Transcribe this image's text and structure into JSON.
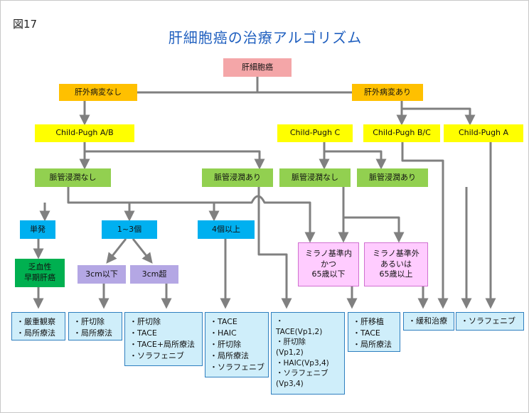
{
  "figure_label": "図17",
  "title": "肝細胞癌の治療アルゴリズム",
  "nodes": {
    "root": "肝細胞癌",
    "no_ld": "肝外病変なし",
    "yes_ld": "肝外病変あり",
    "cp_ab": "Child-Pugh A/B",
    "cp_c": "Child-Pugh C",
    "cp_bc": "Child-Pugh B/C",
    "cp_a": "Child-Pugh A",
    "vi_no_1": "脈管浸潤なし",
    "vi_yes_1": "脈管浸潤あり",
    "vi_no_2": "脈管浸潤なし",
    "vi_yes_2": "脈管浸潤あり",
    "single": "単発",
    "n13": "1~3個",
    "n4": "4個以上",
    "milan_in": [
      "ミラノ基準内",
      "かつ",
      "65歳以下"
    ],
    "milan_out": [
      "ミラノ基準外",
      "あるいは",
      "65歳以上"
    ],
    "hypo": [
      "乏血性",
      "早期肝癌"
    ],
    "le3": "3cm以下",
    "gt3": "3cm超"
  },
  "treatments": {
    "t1": [
      "・厳重観察",
      "・局所療法"
    ],
    "t2": [
      "・肝切除",
      "・局所療法"
    ],
    "t3": [
      "・肝切除",
      "・TACE",
      "・TACE+局所療法",
      "・ソラフェニブ"
    ],
    "t4": [
      "・TACE",
      "・HAIC",
      "・肝切除",
      "・局所療法",
      "・ソラフェニブ"
    ],
    "t5": [
      "・",
      "TACE(Vp1,2)",
      "・肝切除",
      "(Vp1,2)",
      "・HAIC(Vp3,4)",
      "・ソラフェニブ",
      "(Vp3,4)"
    ],
    "t6": [
      "・肝移植",
      "・TACE",
      "・局所療法"
    ],
    "t7": [
      "・緩和治療"
    ],
    "t8": [
      "・ソラフェニブ"
    ]
  },
  "colors": {
    "arrow": "#808080",
    "title": "#1f5fbf"
  }
}
